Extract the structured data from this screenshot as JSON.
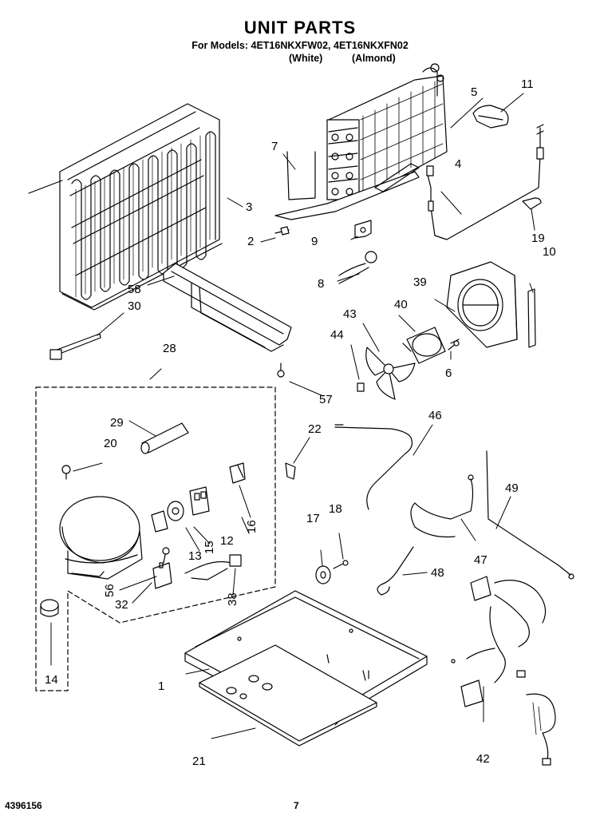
{
  "header": {
    "title": "UNIT PARTS",
    "models_line": "For Models: 4ET16NKXFW02, 4ET16NKXFN02",
    "finish_white": "(White)",
    "finish_almond": "(Almond)"
  },
  "footer": {
    "doc_number": "4396156",
    "page_number": "7"
  },
  "callouts": {
    "c1": "1",
    "c2": "2",
    "c3": "3",
    "c4": "4",
    "c5": "5",
    "c6": "6",
    "c7": "7",
    "c8": "8",
    "c9": "9",
    "c10": "10",
    "c11": "11",
    "c12": "12",
    "c13": "13",
    "c14": "14",
    "c15": "15",
    "c16": "16",
    "c17": "17",
    "c18": "18",
    "c19": "19",
    "c20": "20",
    "c21": "21",
    "c22": "22",
    "c28": "28",
    "c29": "29",
    "c30": "30",
    "c32": "32",
    "c38": "38",
    "c39": "39",
    "c40": "40",
    "c42": "42",
    "c43": "43",
    "c44": "44",
    "c46": "46",
    "c47": "47",
    "c48": "48",
    "c49": "49",
    "c56": "56",
    "c57": "57",
    "c58": "58"
  }
}
